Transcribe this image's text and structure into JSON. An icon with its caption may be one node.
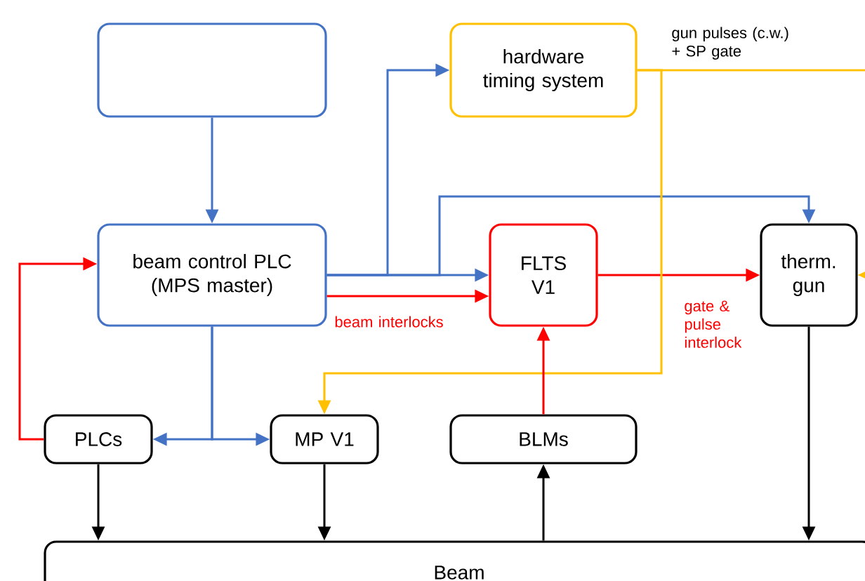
{
  "diagram": {
    "nodes": [
      {
        "text": [],
        "shape": "box"
      },
      {
        "text": [
          "beam control PLC (MPS master)"
        ]
      },
      {
        "text": [
          "hardware timing system"
        ]
      },
      {
        "text": [
          "FLTS V1"
        ]
      },
      {
        "text": [
          "therm. gun"
        ]
      },
      {
        "text": [
          "PLCs"
        ]
      },
      {
        "text": [
          "MP V1"
        ]
      },
      {
        "text": [
          "BLMs"
        ]
      },
      {
        "text": [
          "Beam"
        ]
      }
    ],
    "edges": [
      {
        "from": 0,
        "to": 1,
        "arrow": "to"
      },
      {
        "from": 1,
        "to": 2,
        "arrow": "to"
      },
      {
        "from": 1,
        "to": 3,
        "arrow": "to"
      },
      {
        "from": 1,
        "to": 4,
        "arrow": "to"
      },
      {
        "from": 1,
        "to": 3,
        "arrow": "to",
        "color": "#ff0000",
        "label": "beam interlocks"
      },
      {
        "from": 3,
        "to": 4,
        "arrow": "to",
        "color": "#ff0000",
        "label": "gate & pulse interlock"
      },
      {
        "from": 2,
        "to": 4,
        "arrow": "to",
        "color": "#ffc000",
        "label": "gun pulses (c.w.) + SP gate"
      },
      {
        "from": 2,
        "to": 6,
        "arrow": "to",
        "color": "#ffc000"
      },
      {
        "from": 1,
        "to": 5,
        "arrow": "to"
      },
      {
        "from": 1,
        "to": 6,
        "arrow": "to"
      },
      {
        "from": 5,
        "to": 1,
        "arrow": "to",
        "color": "#ff0000"
      },
      {
        "from": 7,
        "to": 3,
        "arrow": "to",
        "color": "#ff0000"
      },
      {
        "from": 5,
        "to": 8,
        "arrow": "to",
        "color": "#000000"
      },
      {
        "from": 6,
        "to": 8,
        "arrow": "to",
        "color": "#000000"
      },
      {
        "from": 8,
        "to": 7,
        "arrow": "to",
        "color": "#000000"
      },
      {
        "from": 4,
        "to": 8,
        "arrow": "to",
        "color": "#000000"
      }
    ]
  }
}
